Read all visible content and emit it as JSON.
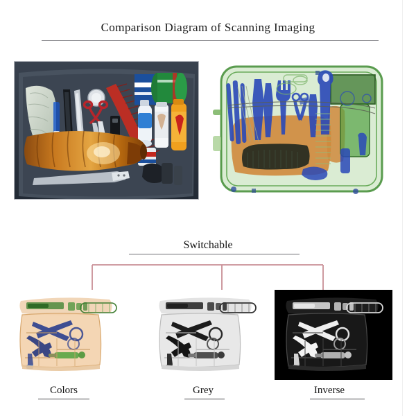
{
  "document": {
    "title": "Comparison Diagram of Scanning Imaging",
    "background_color": "#ffffff",
    "rule_color": "#8d8d92"
  },
  "top_section": {
    "left_image": {
      "name": "optical-photograph-of-luggage",
      "description": "Optical photograph of an open suitcase packed with bottles, cans, scissors, knives and toiletries",
      "background_color": "#2b3440",
      "border_color": "#b9bcc2"
    },
    "right_image": {
      "name": "xray-scan-of-luggage",
      "description": "X-ray scan image of the same suitcase rendered in green, blue and orange material discrimination colours",
      "organic_color": "#d98b3a",
      "metal_color": "#2a49b8",
      "other_color": "#59a34a",
      "background_color": "#ffffff"
    }
  },
  "switchable_section": {
    "label": "Switchable",
    "connector_color": "#c98f96"
  },
  "modes": [
    {
      "key": "colors",
      "label": "Colors",
      "description": "X-ray image of a tool bag shown in false-colour mode with orange organic, blue metal and green inorganic tones",
      "background_color": "#ffffff",
      "accent_color": "#e8b487"
    },
    {
      "key": "grey",
      "label": "Grey",
      "description": "Same X-ray image of the tool bag rendered in greyscale: dark objects on a light background",
      "background_color": "#ffffff",
      "accent_color": "#9a9a9a"
    },
    {
      "key": "inverse",
      "label": "Inverse",
      "description": "Same X-ray image of the tool bag rendered inverted: bright objects on a black background",
      "background_color": "#000000",
      "accent_color": "#dcdcdc"
    }
  ]
}
